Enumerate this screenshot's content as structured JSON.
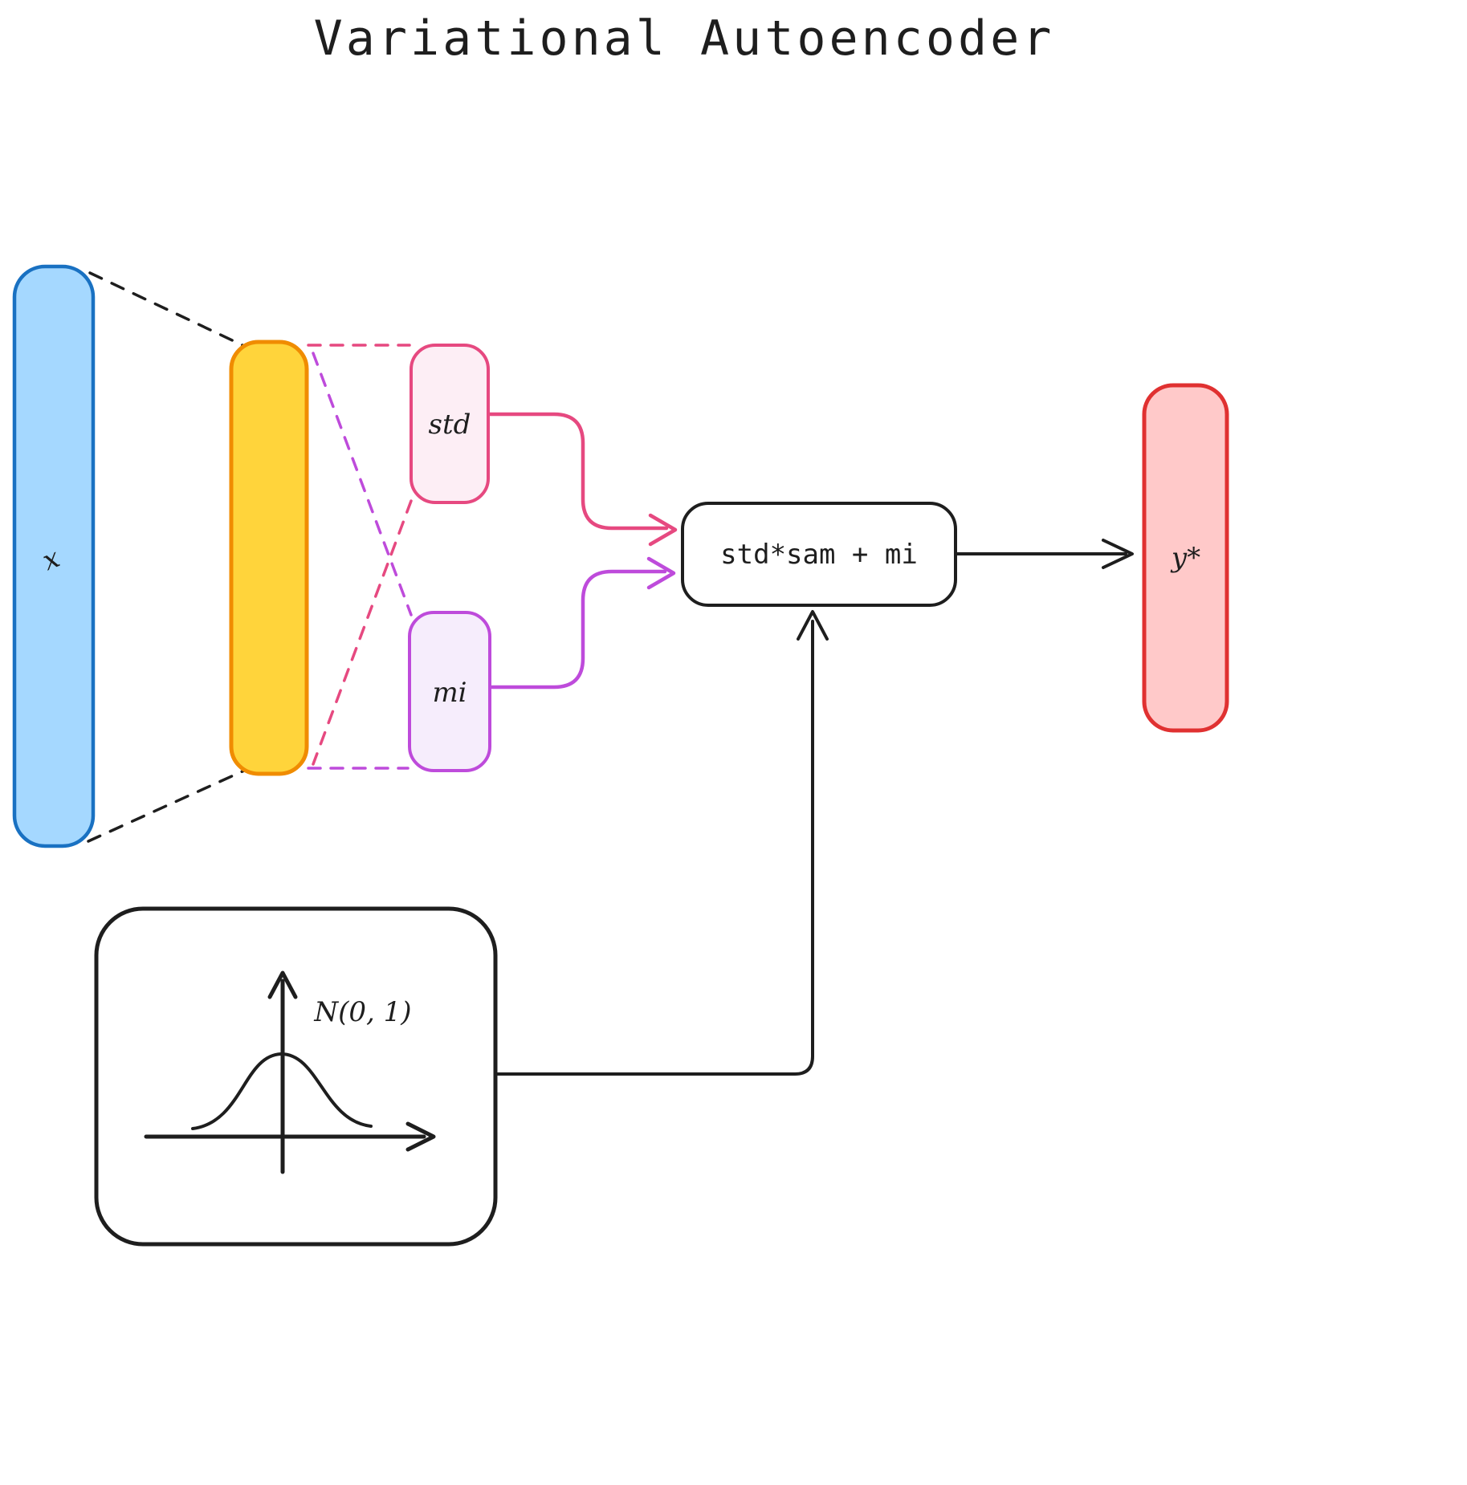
{
  "title": "Variational Autoencoder",
  "nodes": {
    "input": {
      "label": "x"
    },
    "std": {
      "label": "std"
    },
    "mi": {
      "label": "mi"
    },
    "reparam": {
      "label": "std*sam + mi"
    },
    "output": {
      "label": "y*"
    },
    "noise": {
      "label": "N(0, 1)"
    }
  },
  "colors": {
    "blue-stroke": "#1971c2",
    "blue-fill": "#a5d8ff",
    "yellow-stroke": "#f08c00",
    "yellow-fill": "#ffd43b",
    "pink-stroke": "#e64980",
    "pink-fill": "#fdeef5",
    "purple-stroke": "#be4bdb",
    "purple-fill": "#f6edfc",
    "red-stroke": "#e03131",
    "red-fill": "#ffc9c9",
    "ink": "#1e1e1e"
  }
}
